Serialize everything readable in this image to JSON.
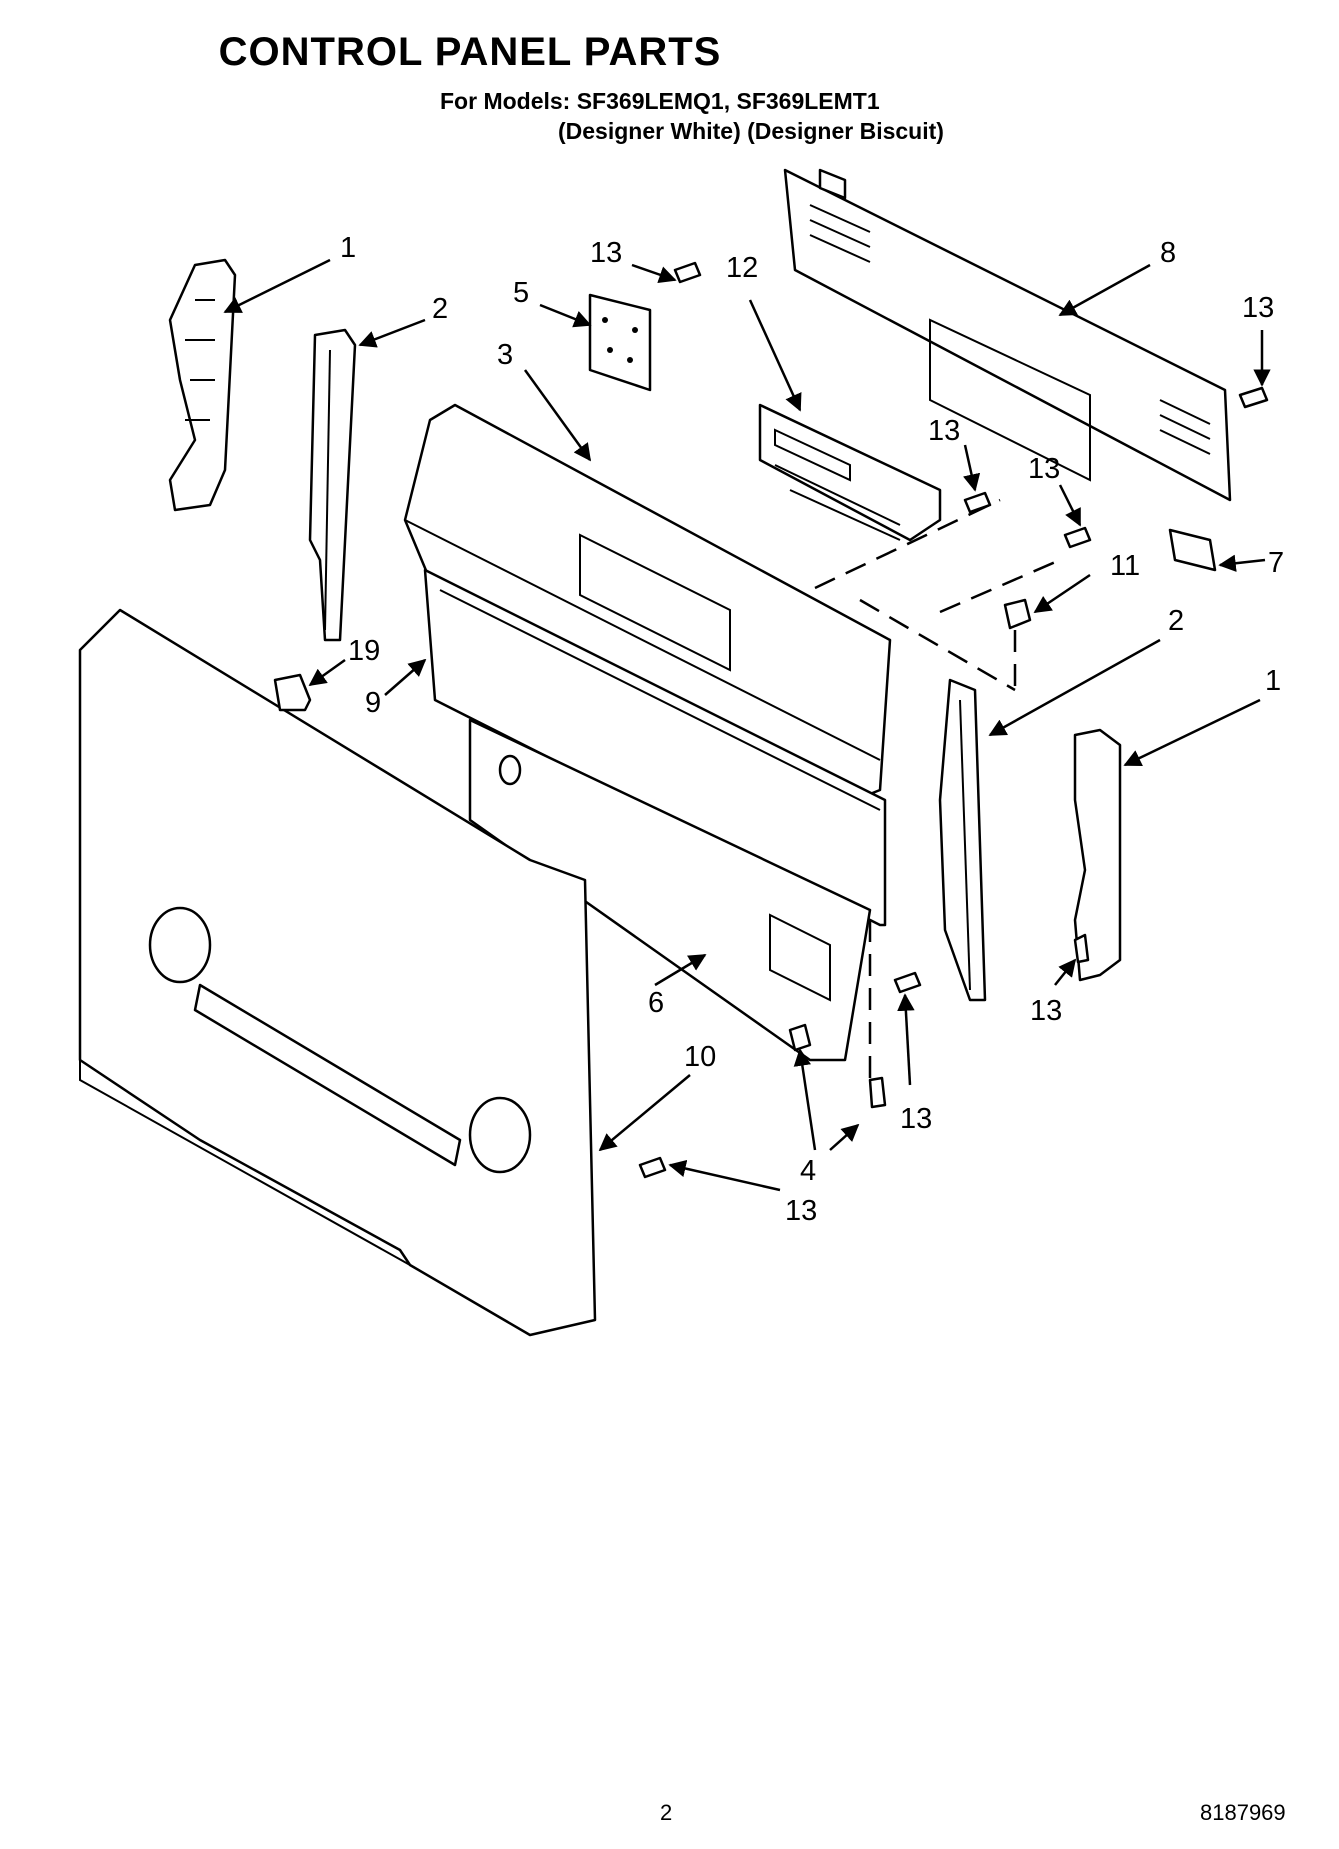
{
  "header": {
    "title": "CONTROL PANEL PARTS",
    "models": "For Models: SF369LEMQ1, SF369LEMT1",
    "finishes": "(Designer White) (Designer Biscuit)"
  },
  "footer": {
    "page_number": "2",
    "document_number": "8187969"
  },
  "callouts": {
    "c1a": "1",
    "c2a": "2",
    "c13a": "13",
    "c5": "5",
    "c12": "12",
    "c8": "8",
    "c13b": "13",
    "c3": "3",
    "c13c": "13",
    "c13d": "13",
    "c7": "7",
    "c11": "11",
    "c2b": "2",
    "c1b": "1",
    "c19": "19",
    "c9": "9",
    "c13e": "13",
    "c6": "6",
    "c10": "10",
    "c13f": "13",
    "c4": "4",
    "c13g": "13"
  }
}
